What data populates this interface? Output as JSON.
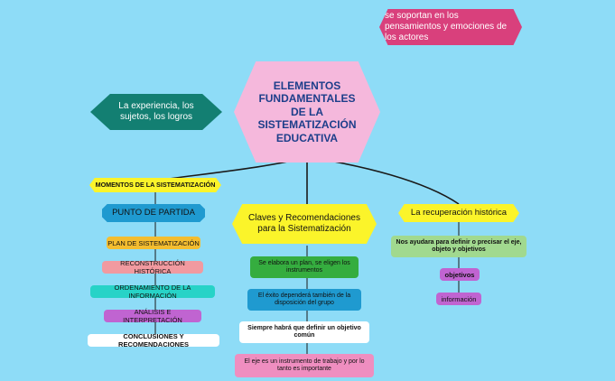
{
  "colors": {
    "background": "#8edcf7",
    "center": "#f5b8dc",
    "center_text": "#1d3e8a",
    "magenta": "#d9407c",
    "teal": "#137f72",
    "yellow": "#fbf42a",
    "blue": "#1f9ad0",
    "orange": "#f4bd2f",
    "salmon": "#f19aa0",
    "cyan": "#27d3c7",
    "purple": "#c064d1",
    "white": "#ffffff",
    "light_green": "#a1d98f",
    "green": "#35ad3f",
    "pink": "#ef8ec0",
    "line": "#1a1a1a"
  },
  "nodes": {
    "center": "ELEMENTOS FUNDAMENTALES DE LA SISTEMATIZACIÓN EDUCATIVA",
    "top_right": "se soportan en los pensamientos y emociones de los actores",
    "left_teal": "La experiencia, los sujetos, los logros",
    "momentos": "MOMENTOS DE LA SISTEMATIZACIÓN",
    "punto_partida": "PUNTO DE PARTIDA",
    "plan": "PLAN DE SISTEMATIZACIÓN",
    "reconstruccion": "RECONSTRUCCIÓN HISTÓRICA",
    "ordenamiento": "ORDENAMIENTO DE LA INFORMACIÓN",
    "analisis": "ANÁLISIS E INTERPRETACIÓN",
    "conclusiones": "CONCLUSIONES Y RECOMENDACIONES",
    "claves": "Claves y Recomendaciones para la Sistematización",
    "se_elabora": "Se elabora un plan, se eligen los instrumentos",
    "exito": "El éxito dependerá también de la disposición del grupo",
    "siempre": "Siempre habrá que definir un objetivo común",
    "eje": "El eje es un instrumento de trabajo y por lo tanto es importante",
    "recuperacion": "La recuperación histórica",
    "nos_ayudara": "Nos ayudara para definir o precisar el eje, objeto y objetivos",
    "objetivos": "objetivos",
    "informacion": "información"
  }
}
